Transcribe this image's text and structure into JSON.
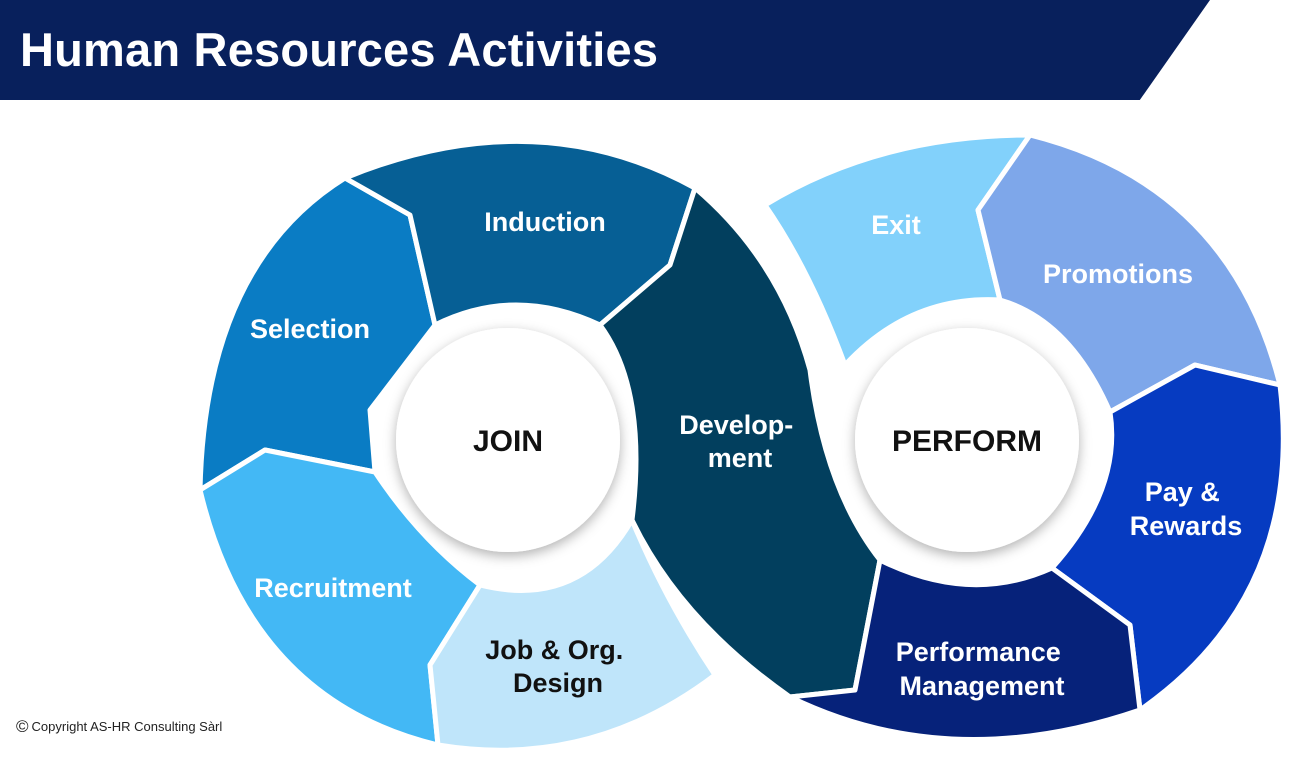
{
  "header": {
    "title": "Human Resources Activities"
  },
  "join_cycle": {
    "hub_label": "JOIN",
    "segments": [
      {
        "id": "selection",
        "lines": [
          "Selection"
        ],
        "color": "#0a7cc4"
      },
      {
        "id": "induction",
        "lines": [
          "Induction"
        ],
        "color": "#065f95"
      },
      {
        "id": "recruitment",
        "lines": [
          "Recruitment"
        ],
        "color": "#43b8f5"
      },
      {
        "id": "job-org-design",
        "lines": [
          "Job & Org.",
          "Design"
        ],
        "color": "#bfe5fa"
      }
    ]
  },
  "bridge": {
    "id": "development",
    "lines": [
      "Develop-",
      "ment"
    ],
    "color": "#023f5e"
  },
  "perform_cycle": {
    "hub_label": "PERFORM",
    "segments": [
      {
        "id": "exit",
        "lines": [
          "Exit"
        ],
        "color": "#82d1fb"
      },
      {
        "id": "promotions",
        "lines": [
          "Promotions"
        ],
        "color": "#7ea7ea"
      },
      {
        "id": "pay-rewards",
        "lines": [
          "Pay &",
          "Rewards"
        ],
        "color": "#063bc1"
      },
      {
        "id": "performance-management",
        "lines": [
          "Performance",
          "Management"
        ],
        "color": "#06227a"
      }
    ]
  },
  "footer": {
    "symbol": "©",
    "copyright": "Copyright AS-HR Consulting Sàrl"
  }
}
